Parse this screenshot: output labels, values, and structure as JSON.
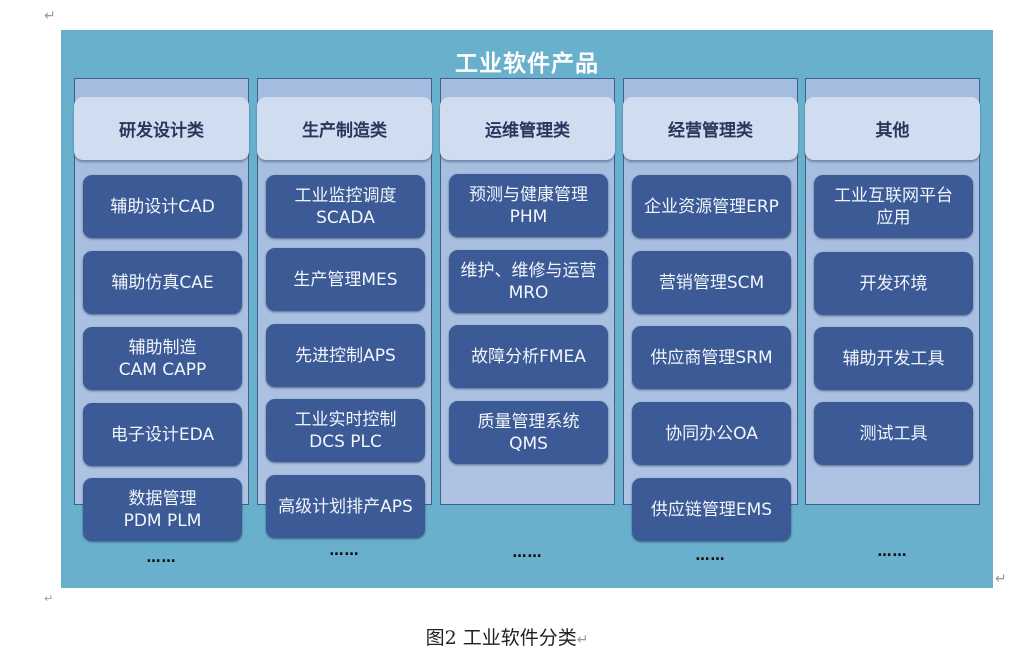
{
  "diagram": {
    "title": "工业软件产品",
    "more_marker": "……",
    "colors": {
      "panel": "#69b0cc",
      "column": "#a9bfdf",
      "header_card": "#d0dcef",
      "item_card": "#3b5a96"
    },
    "columns": [
      {
        "label": "研发设计类",
        "items": [
          {
            "line1": "辅助设计CAD",
            "line2": ""
          },
          {
            "line1": "辅助仿真CAE",
            "line2": ""
          },
          {
            "line1": "辅助制造",
            "line2": "CAM CAPP"
          },
          {
            "line1": "电子设计EDA",
            "line2": ""
          },
          {
            "line1": "数据管理",
            "line2": "PDM PLM"
          }
        ]
      },
      {
        "label": "生产制造类",
        "items": [
          {
            "line1": "工业监控调度",
            "line2": "SCADA"
          },
          {
            "line1": "生产管理MES",
            "line2": ""
          },
          {
            "line1": "先进控制APS",
            "line2": ""
          },
          {
            "line1": "工业实时控制",
            "line2": "DCS PLC"
          },
          {
            "line1": "高级计划排产APS",
            "line2": ""
          }
        ]
      },
      {
        "label": "运维管理类",
        "items": [
          {
            "line1": "预测与健康管理",
            "line2": "PHM"
          },
          {
            "line1": "维护、维修与运营",
            "line2": "MRO"
          },
          {
            "line1": "故障分析FMEA",
            "line2": ""
          },
          {
            "line1": "质量管理系统",
            "line2": "QMS"
          }
        ]
      },
      {
        "label": "经营管理类",
        "items": [
          {
            "line1": "企业资源管理ERP",
            "line2": ""
          },
          {
            "line1": "营销管理SCM",
            "line2": ""
          },
          {
            "line1": "供应商管理SRM",
            "line2": ""
          },
          {
            "line1": "协同办公OA",
            "line2": ""
          },
          {
            "line1": "供应链管理EMS",
            "line2": ""
          }
        ]
      },
      {
        "label": "其他",
        "items": [
          {
            "line1": "工业互联网平台",
            "line2": "应用"
          },
          {
            "line1": "开发环境",
            "line2": ""
          },
          {
            "line1": "辅助开发工具",
            "line2": ""
          },
          {
            "line1": "测试工具",
            "line2": ""
          }
        ]
      }
    ]
  },
  "caption": "图2  工业软件分类",
  "paragraph_mark": "↵"
}
